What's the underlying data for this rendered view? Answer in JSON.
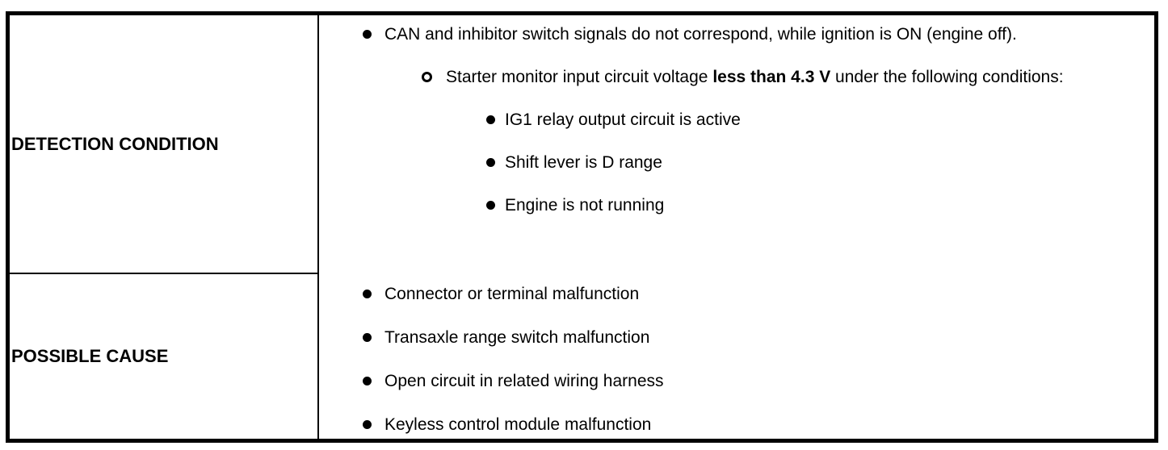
{
  "colors": {
    "background": "#ffffff",
    "border": "#000000",
    "text": "#000000"
  },
  "table": {
    "rows": [
      {
        "label": "DETECTION CONDITION",
        "items": [
          {
            "level": 1,
            "bullet": "filled-bullet-icon",
            "text": "CAN and inhibitor switch signals do not correspond, while ignition is ON (engine off)."
          },
          {
            "level": 2,
            "bullet": "open-bullet-icon",
            "pre": "Starter monitor input circuit voltage ",
            "bold": "less than 4.3 V",
            "post": " under the following conditions:"
          },
          {
            "level": 3,
            "bullet": "filled-bullet-icon",
            "text": "IG1 relay output circuit is active"
          },
          {
            "level": 3,
            "bullet": "filled-bullet-icon",
            "text": "Shift lever is D range"
          },
          {
            "level": 3,
            "bullet": "filled-bullet-icon",
            "text": "Engine is not running"
          }
        ]
      },
      {
        "label": "POSSIBLE CAUSE",
        "items": [
          {
            "level": 1,
            "bullet": "filled-bullet-icon",
            "text": "Connector or terminal malfunction"
          },
          {
            "level": 1,
            "bullet": "filled-bullet-icon",
            "text": "Transaxle range switch malfunction"
          },
          {
            "level": 1,
            "bullet": "filled-bullet-icon",
            "text": "Open circuit in related wiring harness"
          },
          {
            "level": 1,
            "bullet": "filled-bullet-icon",
            "text": "Keyless control module malfunction"
          }
        ]
      }
    ]
  }
}
